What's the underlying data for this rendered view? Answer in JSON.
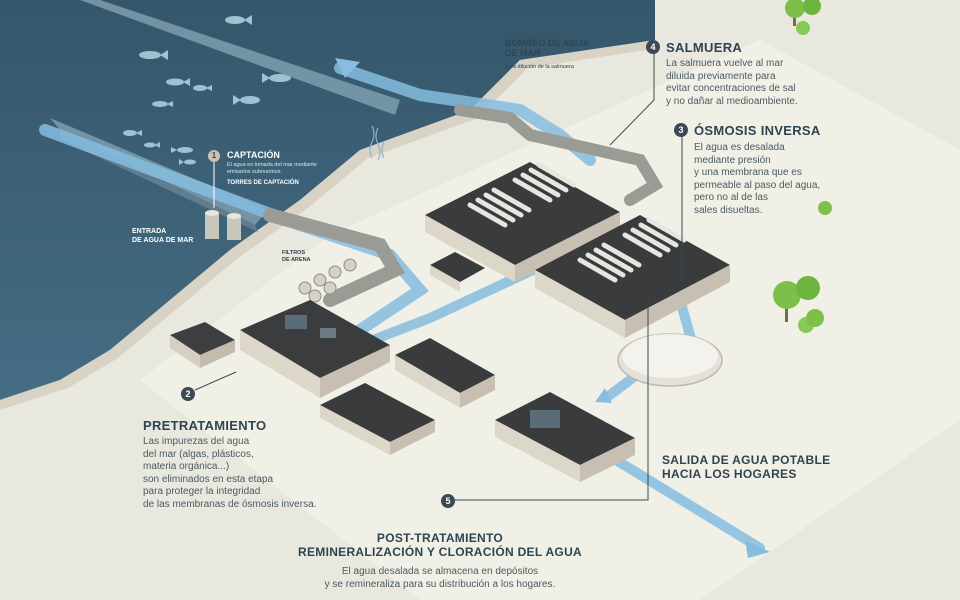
{
  "colors": {
    "sea": "#3d6277",
    "land": "#e9e8df",
    "water_flow": "#7fb5d8",
    "text": "#3b4a55"
  },
  "labels": {
    "bombeo": {
      "title": "BOMBEO DE AGUA\nDE MAR",
      "sub": "para dilución de la salmuera"
    },
    "captacion": {
      "number": "1",
      "title": "CAPTACIÓN",
      "text": "El agua es tomada del mar mediante\nemisarios submarinos.",
      "sub": "TORRES DE CAPTACIÓN"
    },
    "entrada": "ENTRADA\nDE AGUA DE MAR",
    "filtros": "FILTROS\nDE ARENA",
    "salmuera": {
      "number": "4",
      "title": "SALMUERA",
      "text": "La salmuera vuelve al mar\ndiluida previamente para\nevitar concentraciones de sal\ny no dañar al medioambiente."
    },
    "osmosis": {
      "number": "3",
      "title": "ÓSMOSIS INVERSA",
      "text": "El agua es desalada\nmediante presión\ny una membrana que es\npermeable al paso del agua,\npero no al de las\nsales disueltas."
    },
    "pretratamiento": {
      "number": "2",
      "title": "PRETRATAMIENTO",
      "text": "Las impurezas del agua\ndel mar (algas, plásticos,\nmateria orgánica...)\nson eliminados en esta etapa\npara proteger la integridad\nde las membranas de ósmosis inversa."
    },
    "salida": {
      "title": "SALIDA DE AGUA POTABLE\nHACIA LOS HOGARES"
    },
    "post": {
      "number": "5",
      "title": "POST-TRATAMIENTO\nREMINERALIZACIÓN Y CLORACIÓN DEL AGUA",
      "text": "El agua desalada se almacena en depósitos\ny se remineraliza para su distribución a los hogares."
    }
  }
}
